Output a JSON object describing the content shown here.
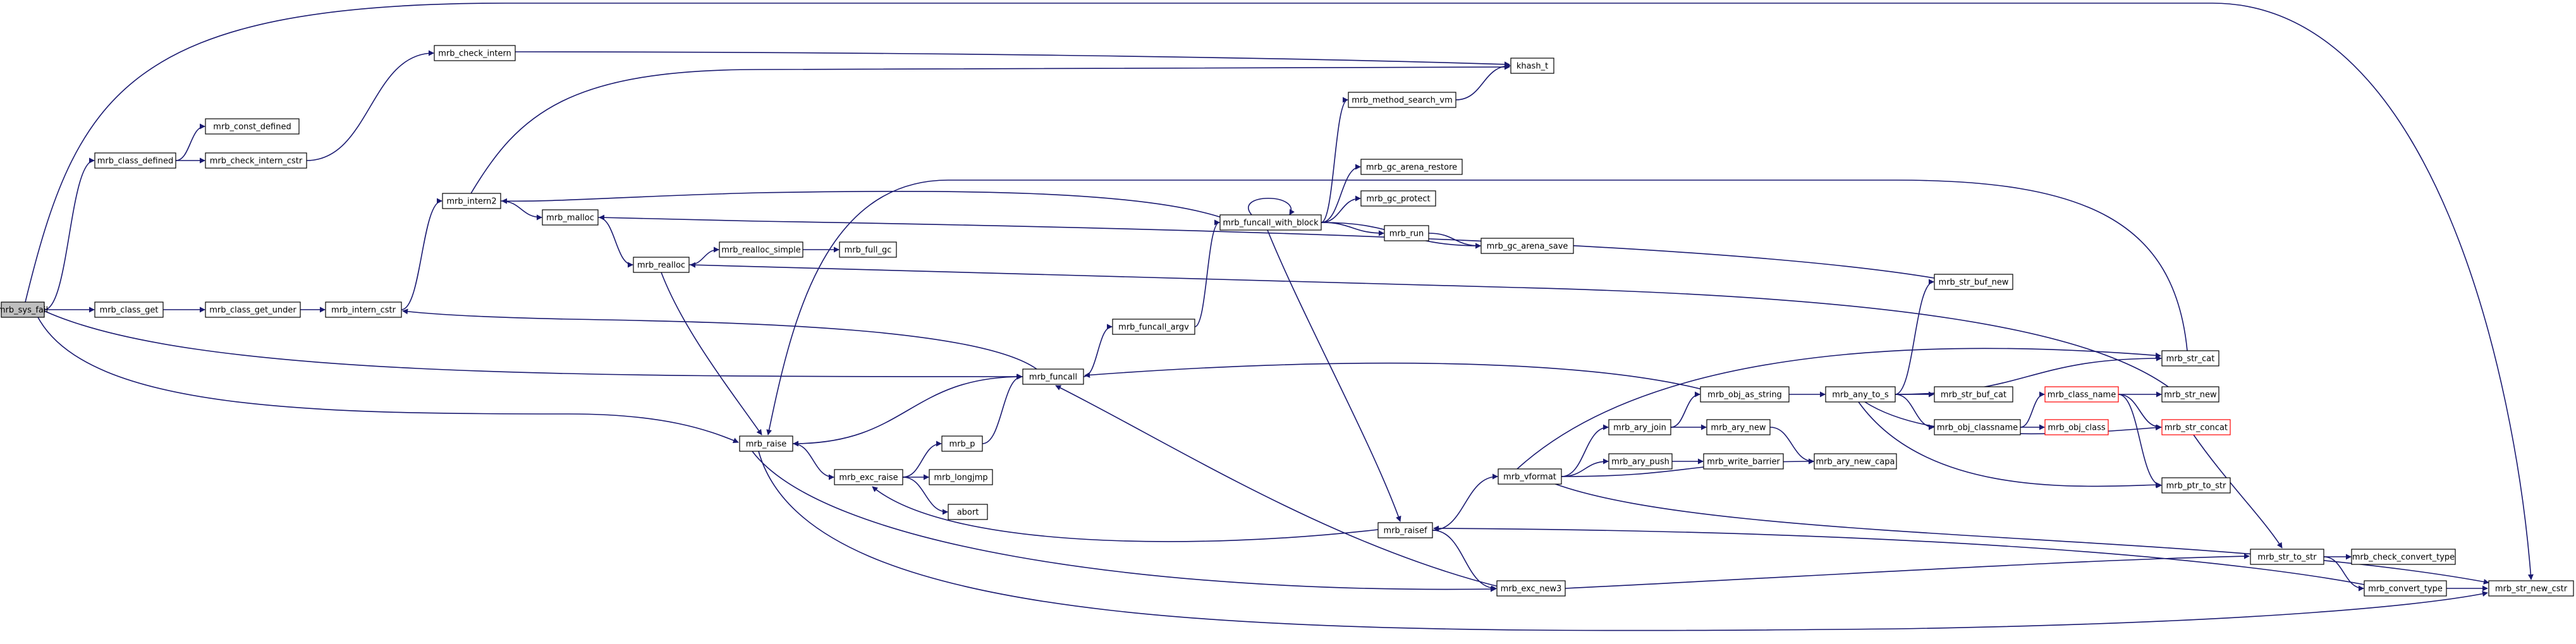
{
  "nodes": [
    {
      "id": "mrb_sys_fail",
      "label": "mrb_sys_fail",
      "root": true
    },
    {
      "id": "mrb_class_defined",
      "label": "mrb_class_defined"
    },
    {
      "id": "mrb_class_get",
      "label": "mrb_class_get"
    },
    {
      "id": "mrb_const_defined",
      "label": "mrb_const_defined"
    },
    {
      "id": "mrb_check_intern_cstr",
      "label": "mrb_check_intern_cstr"
    },
    {
      "id": "mrb_check_intern",
      "label": "mrb_check_intern"
    },
    {
      "id": "mrb_class_get_under",
      "label": "mrb_class_get_under"
    },
    {
      "id": "mrb_intern_cstr",
      "label": "mrb_intern_cstr"
    },
    {
      "id": "mrb_intern2",
      "label": "mrb_intern2"
    },
    {
      "id": "mrb_malloc",
      "label": "mrb_malloc"
    },
    {
      "id": "mrb_realloc",
      "label": "mrb_realloc"
    },
    {
      "id": "mrb_realloc_simple",
      "label": "mrb_realloc_simple"
    },
    {
      "id": "mrb_full_gc",
      "label": "mrb_full_gc"
    },
    {
      "id": "khash_t",
      "label": "khash_t"
    },
    {
      "id": "mrb_method_search_vm",
      "label": "mrb_method_search_vm"
    },
    {
      "id": "mrb_gc_arena_restore",
      "label": "mrb_gc_arena_restore"
    },
    {
      "id": "mrb_funcall_with_block",
      "label": "mrb_funcall_with_block"
    },
    {
      "id": "mrb_gc_protect",
      "label": "mrb_gc_protect"
    },
    {
      "id": "mrb_run",
      "label": "mrb_run"
    },
    {
      "id": "mrb_gc_arena_save",
      "label": "mrb_gc_arena_save"
    },
    {
      "id": "mrb_funcall_argv",
      "label": "mrb_funcall_argv"
    },
    {
      "id": "mrb_funcall",
      "label": "mrb_funcall"
    },
    {
      "id": "mrb_raise",
      "label": "mrb_raise"
    },
    {
      "id": "mrb_exc_raise",
      "label": "mrb_exc_raise"
    },
    {
      "id": "mrb_p",
      "label": "mrb_p"
    },
    {
      "id": "mrb_longjmp",
      "label": "mrb_longjmp"
    },
    {
      "id": "abort",
      "label": "abort"
    },
    {
      "id": "mrb_raisef",
      "label": "mrb_raisef"
    },
    {
      "id": "mrb_exc_new3",
      "label": "mrb_exc_new3"
    },
    {
      "id": "mrb_vformat",
      "label": "mrb_vformat"
    },
    {
      "id": "mrb_ary_join",
      "label": "mrb_ary_join"
    },
    {
      "id": "mrb_ary_new",
      "label": "mrb_ary_new"
    },
    {
      "id": "mrb_ary_push",
      "label": "mrb_ary_push"
    },
    {
      "id": "mrb_write_barrier",
      "label": "mrb_write_barrier"
    },
    {
      "id": "mrb_ary_new_capa",
      "label": "mrb_ary_new_capa"
    },
    {
      "id": "mrb_obj_as_string",
      "label": "mrb_obj_as_string"
    },
    {
      "id": "mrb_any_to_s",
      "label": "mrb_any_to_s"
    },
    {
      "id": "mrb_str_buf_new",
      "label": "mrb_str_buf_new"
    },
    {
      "id": "mrb_str_buf_cat",
      "label": "mrb_str_buf_cat"
    },
    {
      "id": "mrb_obj_classname",
      "label": "mrb_obj_classname"
    },
    {
      "id": "mrb_class_name",
      "label": "mrb_class_name",
      "truncated": true
    },
    {
      "id": "mrb_obj_class",
      "label": "mrb_obj_class",
      "truncated": true
    },
    {
      "id": "mrb_str_cat",
      "label": "mrb_str_cat"
    },
    {
      "id": "mrb_str_new",
      "label": "mrb_str_new"
    },
    {
      "id": "mrb_str_concat",
      "label": "mrb_str_concat",
      "truncated": true
    },
    {
      "id": "mrb_ptr_to_str",
      "label": "mrb_ptr_to_str"
    },
    {
      "id": "mrb_str_to_str",
      "label": "mrb_str_to_str"
    },
    {
      "id": "mrb_check_convert_type",
      "label": "mrb_check_convert_type"
    },
    {
      "id": "mrb_convert_type",
      "label": "mrb_convert_type"
    },
    {
      "id": "mrb_str_new_cstr",
      "label": "mrb_str_new_cstr"
    }
  ],
  "edges": [
    [
      "mrb_sys_fail",
      "mrb_class_defined"
    ],
    [
      "mrb_sys_fail",
      "mrb_class_get"
    ],
    [
      "mrb_sys_fail",
      "mrb_funcall"
    ],
    [
      "mrb_sys_fail",
      "mrb_raise"
    ],
    [
      "mrb_sys_fail",
      "mrb_str_new_cstr"
    ],
    [
      "mrb_class_defined",
      "mrb_const_defined"
    ],
    [
      "mrb_class_defined",
      "mrb_check_intern_cstr"
    ],
    [
      "mrb_check_intern_cstr",
      "mrb_check_intern"
    ],
    [
      "mrb_check_intern",
      "khash_t"
    ],
    [
      "mrb_class_get",
      "mrb_class_get_under"
    ],
    [
      "mrb_class_get_under",
      "mrb_intern_cstr"
    ],
    [
      "mrb_intern_cstr",
      "mrb_intern2"
    ],
    [
      "mrb_intern2",
      "khash_t"
    ],
    [
      "mrb_intern2",
      "mrb_malloc"
    ],
    [
      "mrb_malloc",
      "mrb_realloc"
    ],
    [
      "mrb_realloc",
      "mrb_realloc_simple"
    ],
    [
      "mrb_realloc_simple",
      "mrb_full_gc"
    ],
    [
      "mrb_realloc",
      "mrb_raise"
    ],
    [
      "mrb_funcall",
      "mrb_intern_cstr"
    ],
    [
      "mrb_funcall",
      "mrb_funcall_argv"
    ],
    [
      "mrb_funcall",
      "mrb_raise"
    ],
    [
      "mrb_funcall_argv",
      "mrb_funcall_with_block"
    ],
    [
      "mrb_funcall_with_block",
      "mrb_funcall_with_block"
    ],
    [
      "mrb_funcall_with_block",
      "mrb_intern2"
    ],
    [
      "mrb_funcall_with_block",
      "mrb_method_search_vm"
    ],
    [
      "mrb_funcall_with_block",
      "mrb_gc_arena_restore"
    ],
    [
      "mrb_funcall_with_block",
      "mrb_gc_protect"
    ],
    [
      "mrb_funcall_with_block",
      "mrb_run"
    ],
    [
      "mrb_funcall_with_block",
      "mrb_gc_arena_save"
    ],
    [
      "mrb_funcall_with_block",
      "mrb_raisef"
    ],
    [
      "mrb_method_search_vm",
      "khash_t"
    ],
    [
      "mrb_run",
      "mrb_gc_arena_save"
    ],
    [
      "mrb_raise",
      "mrb_exc_raise"
    ],
    [
      "mrb_raise",
      "mrb_exc_new3"
    ],
    [
      "mrb_raise",
      "mrb_str_new_cstr"
    ],
    [
      "mrb_exc_raise",
      "mrb_p"
    ],
    [
      "mrb_exc_raise",
      "mrb_longjmp"
    ],
    [
      "mrb_exc_raise",
      "abort"
    ],
    [
      "mrb_p",
      "mrb_funcall"
    ],
    [
      "mrb_raisef",
      "mrb_exc_raise"
    ],
    [
      "mrb_raisef",
      "mrb_vformat"
    ],
    [
      "mrb_raisef",
      "mrb_exc_new3"
    ],
    [
      "mrb_exc_new3",
      "mrb_funcall"
    ],
    [
      "mrb_exc_new3",
      "mrb_str_to_str"
    ],
    [
      "mrb_vformat",
      "mrb_ary_join"
    ],
    [
      "mrb_vformat",
      "mrb_ary_push"
    ],
    [
      "mrb_vformat",
      "mrb_ary_new_capa"
    ],
    [
      "mrb_vformat",
      "mrb_str_cat"
    ],
    [
      "mrb_vformat",
      "mrb_str_new_cstr"
    ],
    [
      "mrb_ary_join",
      "mrb_obj_as_string"
    ],
    [
      "mrb_ary_join",
      "mrb_ary_new"
    ],
    [
      "mrb_ary_new",
      "mrb_ary_new_capa"
    ],
    [
      "mrb_ary_push",
      "mrb_write_barrier"
    ],
    [
      "mrb_obj_as_string",
      "mrb_funcall"
    ],
    [
      "mrb_obj_as_string",
      "mrb_any_to_s"
    ],
    [
      "mrb_any_to_s",
      "mrb_str_buf_new"
    ],
    [
      "mrb_any_to_s",
      "mrb_str_buf_cat"
    ],
    [
      "mrb_any_to_s",
      "mrb_obj_classname"
    ],
    [
      "mrb_any_to_s",
      "mrb_str_cat"
    ],
    [
      "mrb_any_to_s",
      "mrb_str_concat"
    ],
    [
      "mrb_any_to_s",
      "mrb_ptr_to_str"
    ],
    [
      "mrb_str_buf_new",
      "mrb_malloc"
    ],
    [
      "mrb_obj_classname",
      "mrb_class_name"
    ],
    [
      "mrb_obj_classname",
      "mrb_obj_class"
    ],
    [
      "mrb_class_name",
      "mrb_str_new"
    ],
    [
      "mrb_class_name",
      "mrb_str_concat"
    ],
    [
      "mrb_class_name",
      "mrb_ptr_to_str"
    ],
    [
      "mrb_str_cat",
      "mrb_raise"
    ],
    [
      "mrb_str_new",
      "mrb_realloc"
    ],
    [
      "mrb_str_concat",
      "mrb_str_to_str"
    ],
    [
      "mrb_str_to_str",
      "mrb_check_convert_type"
    ],
    [
      "mrb_str_to_str",
      "mrb_convert_type"
    ],
    [
      "mrb_convert_type",
      "mrb_raisef"
    ],
    [
      "mrb_convert_type",
      "mrb_str_new_cstr"
    ]
  ]
}
